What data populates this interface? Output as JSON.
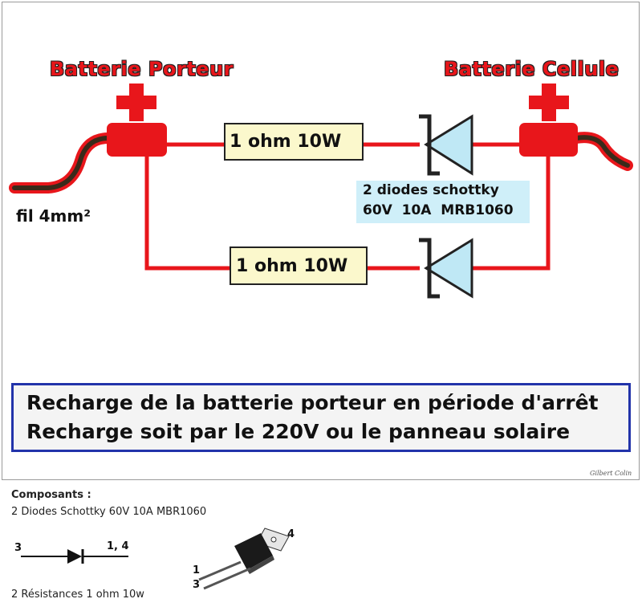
{
  "labels": {
    "battery_porteur": "Batterie Porteur",
    "battery_cellule": "Batterie Cellule",
    "resistor_top": "1 ohm 10W",
    "resistor_bottom": "1 ohm 10W",
    "diode_info_line1": "2 diodes schottky",
    "diode_info_line2": "60V  10A  MRB1060",
    "wire_label": "fil 4mm²"
  },
  "banner": {
    "line1": "Recharge de la batterie porteur en période d'arrêt",
    "line2": "Recharge soit par le 220V ou le panneau solaire"
  },
  "signature": "Gilbert Colin",
  "components": {
    "title": "Composants :",
    "diodes": "2 Diodes Schottky 60V 10A MBR1060",
    "resistors": "2 Résistances 1 ohm 10w"
  },
  "pins": {
    "symbol_left": "3",
    "symbol_right": "1, 4",
    "package_tab": "4",
    "package_pin1": "1",
    "package_pin3": "3"
  },
  "colors": {
    "wire": "#e8161b",
    "resistor_fill": "#fbf8cc",
    "diode_fill": "#bfe8f5",
    "cable": "#3a2a1a",
    "banner_border": "#2233aa"
  }
}
